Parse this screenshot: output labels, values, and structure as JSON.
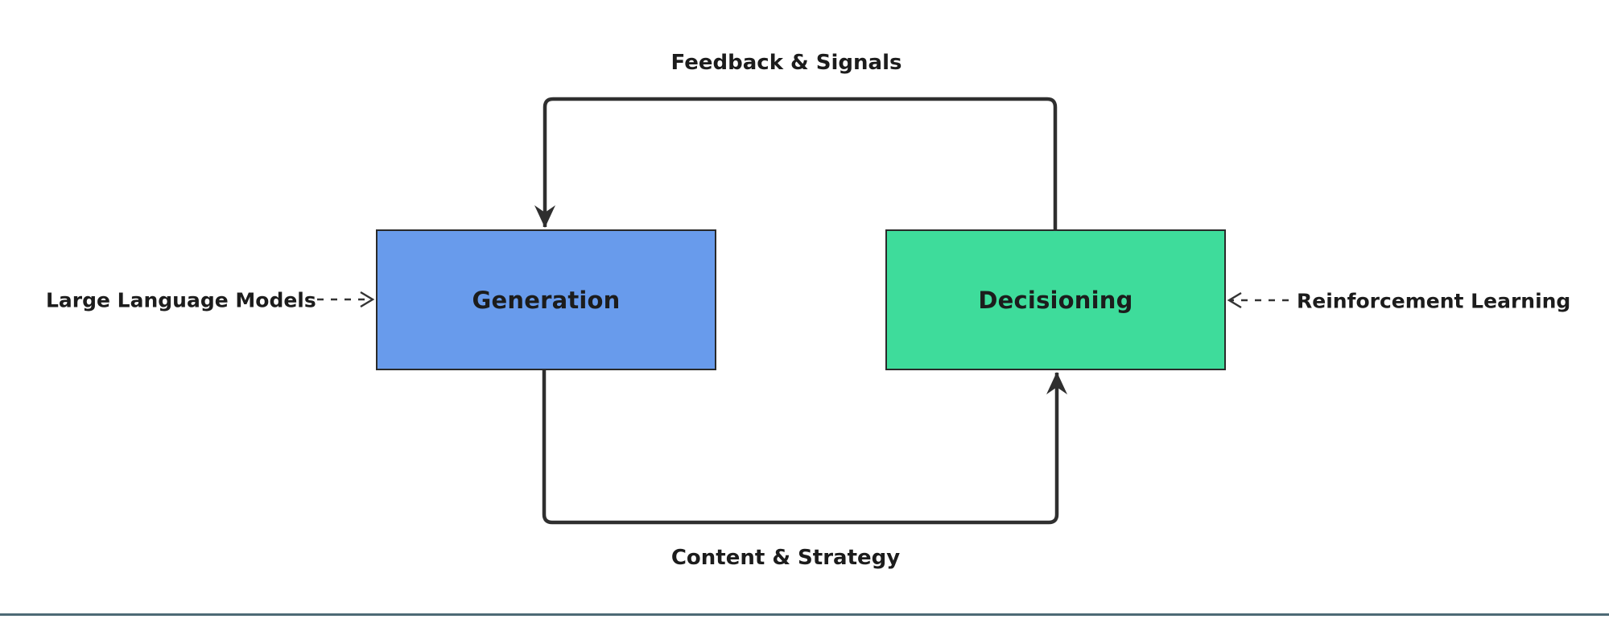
{
  "nodes": [
    {
      "label": "Generation",
      "fill": "#689BEC"
    },
    {
      "label": "Decisioning",
      "fill": "#3EDC9B"
    }
  ],
  "edge_labels": {
    "top": "Feedback & Signals",
    "bottom": "Content & Strategy",
    "left": "Large Language Models",
    "right": "Reinforcement Learning"
  },
  "colors": {
    "background": "#FFFFFF",
    "line": "#2F2F2F",
    "dashed_line": "#333333",
    "text": "#1C1C1C",
    "node_border": "#2A2A2A",
    "bottom_divider": "#4D6A75"
  }
}
